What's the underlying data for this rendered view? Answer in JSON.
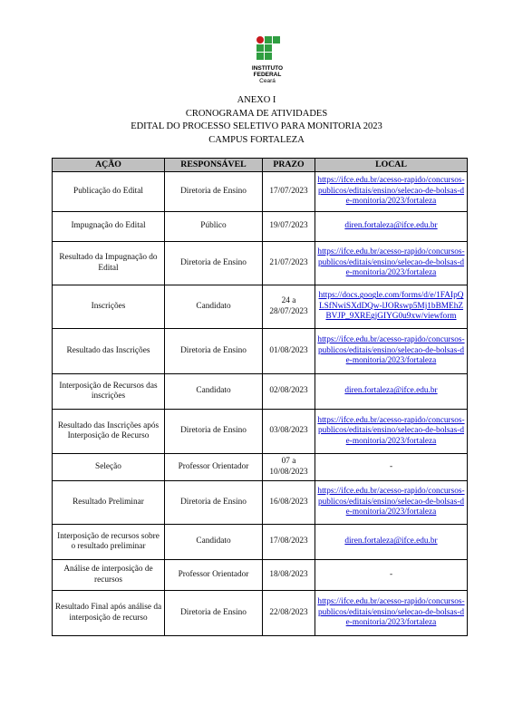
{
  "logo": {
    "line1": "INSTITUTO",
    "line2": "FEDERAL",
    "line3": "Ceará",
    "colors": {
      "red": "#c8191e",
      "green": "#2f9e41"
    }
  },
  "heading": {
    "annex": "ANEXO I",
    "title": "CRONOGRAMA DE ATIVIDADES",
    "edital": "EDITAL DO PROCESSO SELETIVO PARA MONITORIA 2023",
    "campus": "CAMPUS FORTALEZA"
  },
  "table": {
    "headers": [
      "AÇÃO",
      "RESPONSÁVEL",
      "PRAZO",
      "LOCAL"
    ],
    "rows": [
      {
        "acao": "Publicação do Edital",
        "responsavel": "Diretoria de Ensino",
        "prazo": "17/07/2023",
        "local": "https://ifce.edu.br/acesso-rapido/concursos-publicos/editais/ensino/selecao-de-bolsas-de-monitoria/2023/fortaleza",
        "is_link": true,
        "height": 44
      },
      {
        "acao": "Impugnação do Edital",
        "responsavel": "Público",
        "prazo": "19/07/2023",
        "local": "diren.fortaleza@ifce.edu.br",
        "is_link": true,
        "height": 33
      },
      {
        "acao": "Resultado da Impugnação do Edital",
        "responsavel": "Diretoria de Ensino",
        "prazo": "21/07/2023",
        "local": "https://ifce.edu.br/acesso-rapido/concursos-publicos/editais/ensino/selecao-de-bolsas-de-monitoria/2023/fortaleza",
        "is_link": true,
        "height": 48
      },
      {
        "acao": "Inscrições",
        "responsavel": "Candidato",
        "prazo": "24 a 28/07/2023",
        "local": "https://docs.google.com/forms/d/e/1FAIpQLSfNwiSXdDQw-lJORswp5Mj1bBMEhZBVJP_9XREgjGIYG0u9xw/viewform",
        "is_link": true,
        "height": 48
      },
      {
        "acao": "Resultado das Inscrições",
        "responsavel": "Diretoria de Ensino",
        "prazo": "01/08/2023",
        "local": "https://ifce.edu.br/acesso-rapido/concursos-publicos/editais/ensino/selecao-de-bolsas-de-monitoria/2023/fortaleza",
        "is_link": true,
        "height": 50
      },
      {
        "acao": "Interposição de Recursos das inscrições",
        "responsavel": "Candidato",
        "prazo": "02/08/2023",
        "local": "diren.fortaleza@ifce.edu.br",
        "is_link": true,
        "height": 39
      },
      {
        "acao": "Resultado das Inscrições após Interposição de Recurso",
        "responsavel": "Diretoria de Ensino",
        "prazo": "03/08/2023",
        "local": "https://ifce.edu.br/acesso-rapido/concursos-publicos/editais/ensino/selecao-de-bolsas-de-monitoria/2023/fortaleza",
        "is_link": true,
        "height": 49
      },
      {
        "acao": "Seleção",
        "responsavel": "Professor Orientador",
        "prazo": "07 a 10/08/2023",
        "local": "-",
        "is_link": false,
        "height": 30
      },
      {
        "acao": "Resultado Preliminar",
        "responsavel": "Diretoria de Ensino",
        "prazo": "16/08/2023",
        "local": "https://ifce.edu.br/acesso-rapido/concursos-publicos/editais/ensino/selecao-de-bolsas-de-monitoria/2023/fortaleza",
        "is_link": true,
        "height": 48
      },
      {
        "acao": "Interposição de recursos sobre o resultado preliminar",
        "responsavel": "Candidato",
        "prazo": "17/08/2023",
        "local": "diren.fortaleza@ifce.edu.br",
        "is_link": true,
        "height": 39
      },
      {
        "acao": "Análise de interposição de recursos",
        "responsavel": "Professor Orientador",
        "prazo": "18/08/2023",
        "local": "-",
        "is_link": false,
        "height": 34
      },
      {
        "acao": "Resultado Final após análise da interposição de recurso",
        "responsavel": "Diretoria de Ensino",
        "prazo": "22/08/2023",
        "local": "https://ifce.edu.br/acesso-rapido/concursos-publicos/editais/ensino/selecao-de-bolsas-de-monitoria/2023/fortaleza",
        "is_link": true,
        "height": 50
      }
    ]
  }
}
